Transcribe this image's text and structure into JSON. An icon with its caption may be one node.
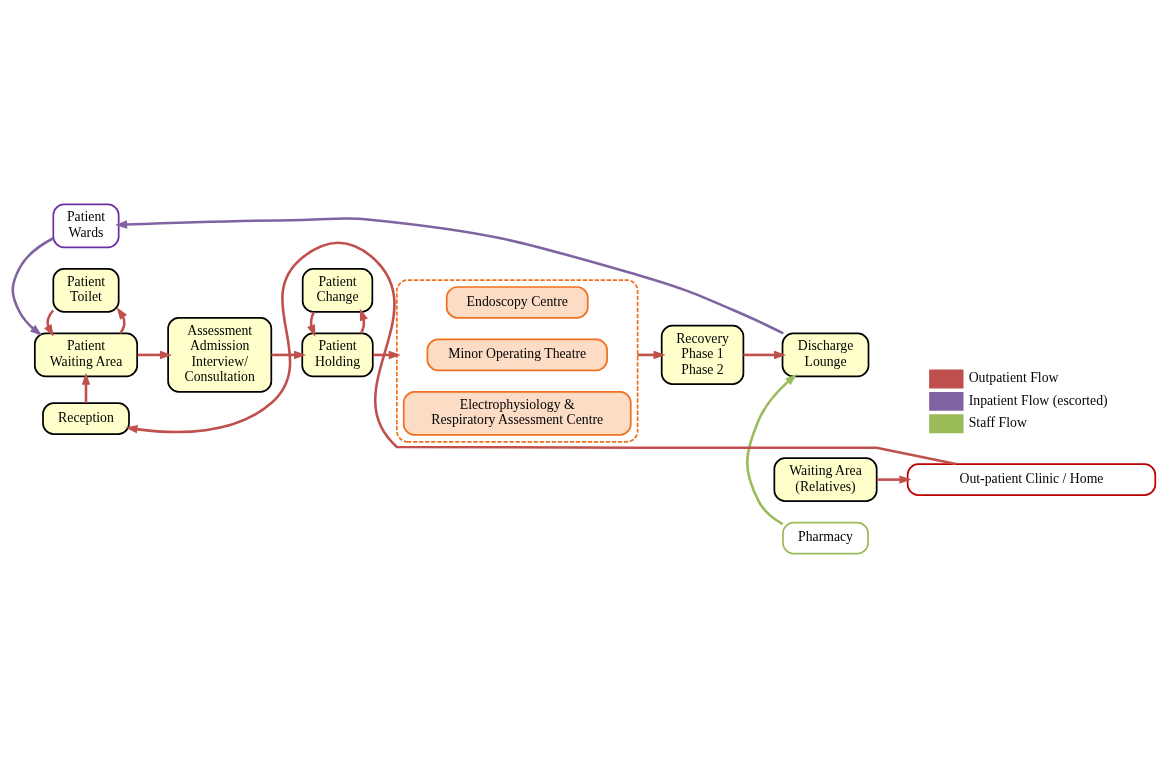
{
  "diagram": {
    "nodes": [
      {
        "text": [
          "Patient Wards"
        ]
      },
      {
        "text": [
          "Patient Toilet"
        ]
      },
      {
        "text": [
          "Patient Waiting Area"
        ]
      },
      {
        "text": [
          "Reception"
        ]
      },
      {
        "text": [
          "Assessment Admission Interview/ Consultation"
        ]
      },
      {
        "text": [
          "Patient Change"
        ]
      },
      {
        "text": [
          "Patient Holding"
        ]
      },
      {
        "text": [],
        "shape": "box"
      },
      {
        "text": [
          "Endoscopy Centre"
        ],
        "in": 7
      },
      {
        "text": [
          "Minor Operating Theatre"
        ],
        "in": 7
      },
      {
        "text": [
          "Electrophysiology & Respiratory Assessment Centre"
        ],
        "in": 7
      },
      {
        "text": [
          "Recovery",
          "Phase 1 Phase 2"
        ]
      },
      {
        "text": [
          "Discharge Lounge"
        ]
      },
      {
        "text": [
          "Pharmacy"
        ]
      },
      {
        "text": [
          "Waiting Area (Relatives)"
        ]
      },
      {
        "text": [
          "Out-patient Clinic / Home"
        ]
      }
    ],
    "edges": [
      {
        "from": 0,
        "to": 2,
        "arrow": "to",
        "color": "#8064a2"
      },
      {
        "from": 2,
        "to": 1,
        "arrow": "to"
      },
      {
        "from": 1,
        "to": 2,
        "arrow": "to"
      },
      {
        "from": 3,
        "to": 2,
        "arrow": "to"
      },
      {
        "from": 2,
        "to": 4,
        "arrow": "to"
      },
      {
        "from": 4,
        "to": 6,
        "arrow": "to"
      },
      {
        "from": 6,
        "to": 5,
        "arrow": "to"
      },
      {
        "from": 5,
        "to": 6,
        "arrow": "to"
      },
      {
        "from": 6,
        "to": 7,
        "arrow": "to"
      },
      {
        "from": 7,
        "to": 11,
        "arrow": "to"
      },
      {
        "from": 11,
        "to": 12,
        "arrow": "to"
      },
      {
        "from": 13,
        "to": 12,
        "arrow": "to",
        "color": "#9bbb59"
      },
      {
        "from": 12,
        "to": 0,
        "arrow": "to",
        "color": "#8064a2"
      },
      {
        "from": 14,
        "to": 15,
        "arrow": "to"
      },
      {
        "from": 15,
        "to": 3,
        "arrow": "to"
      }
    ],
    "legend": [
      {
        "text": "Outpatient Flow",
        "color": "#c0504d"
      },
      {
        "text": "Inpatient Flow (escorted)",
        "color": "#8064a2"
      },
      {
        "text": "Staff Flow",
        "color": "#9bbb59"
      }
    ]
  }
}
